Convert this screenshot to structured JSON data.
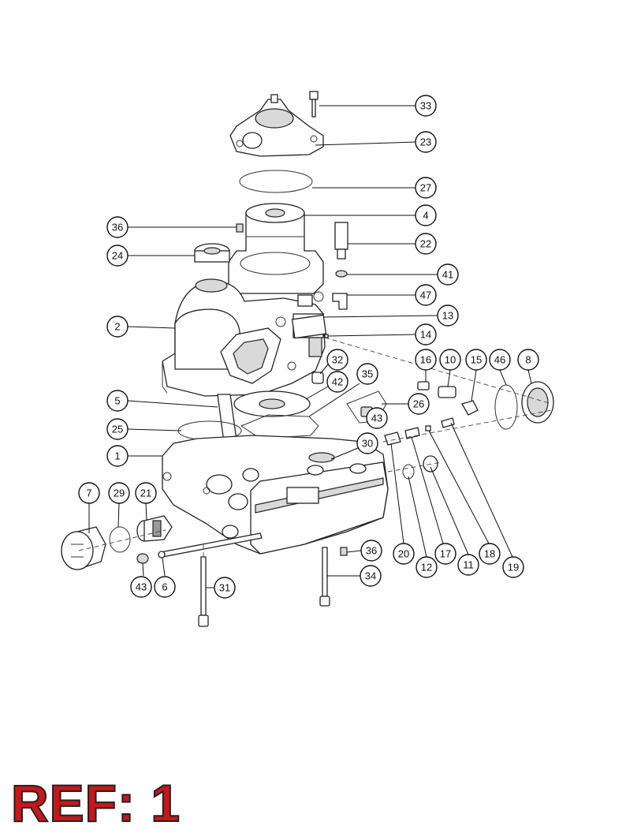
{
  "reference": {
    "label": "REF: 1"
  },
  "callouts": [
    "33",
    "23",
    "27",
    "4",
    "36",
    "22",
    "24",
    "41",
    "47",
    "2",
    "13",
    "14",
    "16",
    "10",
    "15",
    "46",
    "8",
    "32",
    "35",
    "42",
    "5",
    "26",
    "43",
    "25",
    "1",
    "30",
    "7",
    "29",
    "21",
    "36",
    "20",
    "12",
    "17",
    "11",
    "18",
    "19",
    "34",
    "43",
    "6",
    "31"
  ],
  "colors": {
    "reference_text": "#c8161b",
    "line_art": "#222222"
  }
}
